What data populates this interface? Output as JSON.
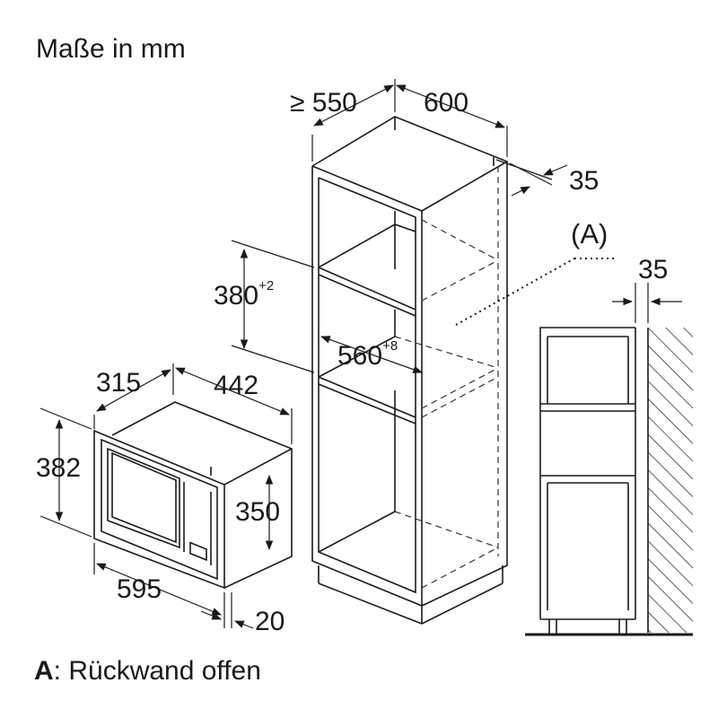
{
  "title": "Maße in mm",
  "legend": {
    "key": "A",
    "text": ": Rückwand offen"
  },
  "callout": "(A)",
  "dimensions": {
    "cabinet_depth": "≥ 550",
    "cabinet_width": "600",
    "back_gap": "35",
    "side_gap": "35",
    "niche_height_value": "380",
    "niche_height_tol": "+2",
    "niche_width_value": "560",
    "niche_width_tol": "+8",
    "mw_depth": "315",
    "mw_width_top": "442",
    "mw_height": "382",
    "mw_inner_height": "350",
    "mw_front_width": "595",
    "mw_front_depth": "20"
  },
  "colors": {
    "line": "#1a1a1a",
    "dashed": "#333333",
    "background": "#ffffff"
  }
}
